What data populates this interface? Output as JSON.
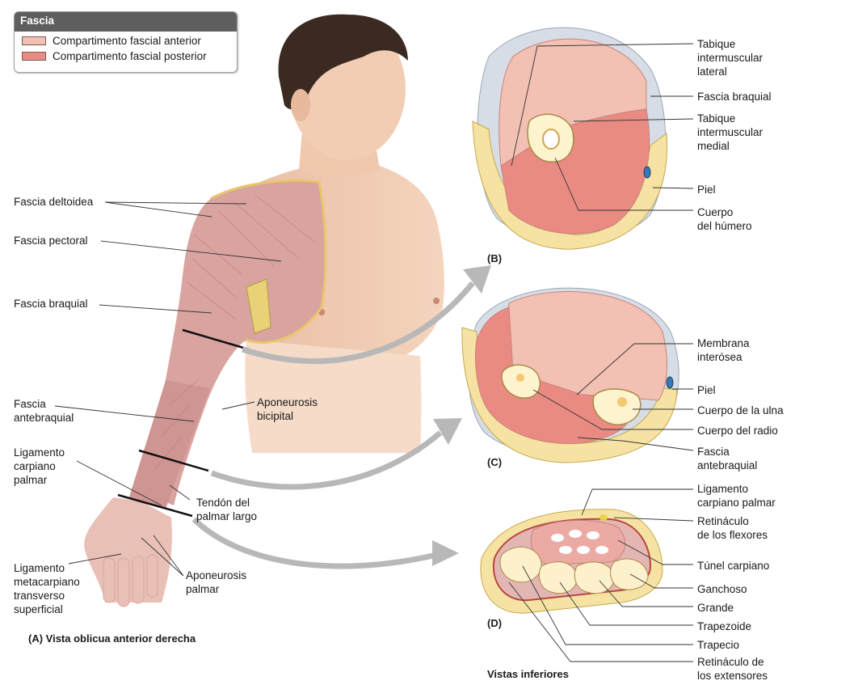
{
  "colors": {
    "anterior": "#f3c0b4",
    "posterior": "#e98b82",
    "skin": "#f6e3a3",
    "arrow": "#b8b8b8",
    "bone": "#fdf3cf"
  },
  "legend": {
    "title": "Fascia",
    "items": [
      {
        "label": "Compartimento fascial anterior",
        "color": "#f3c0b4"
      },
      {
        "label": "Compartimento fascial posterior",
        "color": "#e98b82"
      }
    ]
  },
  "panels": {
    "a": "(A) Vista oblicua anterior derecha",
    "b": "(B)",
    "c": "(C)",
    "d": "(D)",
    "inferior": "Vistas inferiores"
  },
  "labels_a": {
    "fascia_deltoidea": "Fascia deltoidea",
    "fascia_pectoral": "Fascia pectoral",
    "fascia_braquial": "Fascia braquial",
    "fascia_antebraquial": "Fascia\nantebraquial",
    "aponeurosis_bicipital": "Aponeurosis\nbicipital",
    "ligamento_carpiano_palmar": "Ligamento\ncarpiano\npalmar",
    "tendon_palmar_largo": "Tendón del\npalmar largo",
    "ligamento_metacarpiano": "Ligamento\nmetacarpiano\ntransverso\nsuperficial",
    "aponeurosis_palmar": "Aponeurosis\npalmar"
  },
  "labels_b": {
    "tabique_lateral": "Tabique\nintermuscular\nlateral",
    "fascia_braquial": "Fascia braquial",
    "tabique_medial": "Tabique\nintermuscular\nmedial",
    "piel": "Piel",
    "cuerpo_humero": "Cuerpo\ndel húmero"
  },
  "labels_c": {
    "membrana_interosea": "Membrana\ninterósea",
    "piel": "Piel",
    "cuerpo_ulna": "Cuerpo de la ulna",
    "cuerpo_radio": "Cuerpo del radio",
    "fascia_antebraquial": "Fascia\nantebraquial"
  },
  "labels_d": {
    "ligamento_carpiano_palmar": "Ligamento\ncarpiano palmar",
    "retinaculo_flexores": "Retináculo\nde los flexores",
    "tunel_carpiano": "Túnel carpiano",
    "ganchoso": "Ganchoso",
    "grande": "Grande",
    "trapezoide": "Trapezoide",
    "trapecio": "Trapecio",
    "retinaculo_extensores": "Retináculo de\nlos extensores"
  }
}
